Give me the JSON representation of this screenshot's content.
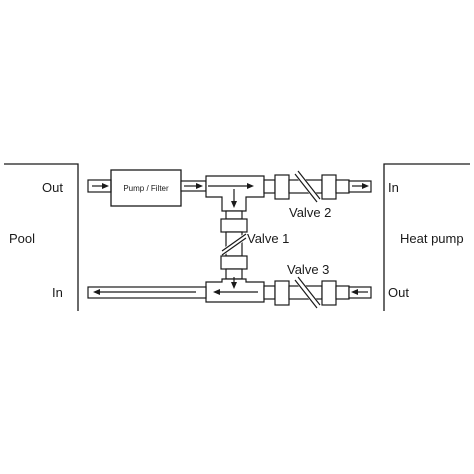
{
  "pool": {
    "label": "Pool",
    "out_label": "Out",
    "in_label": "In"
  },
  "heat_pump": {
    "label": "Heat pump",
    "in_label": "In",
    "out_label": "Out"
  },
  "pump_filter": {
    "label": "Pump / Filter"
  },
  "valves": {
    "valve1": "Valve 1",
    "valve2": "Valve 2",
    "valve3": "Valve 3"
  }
}
